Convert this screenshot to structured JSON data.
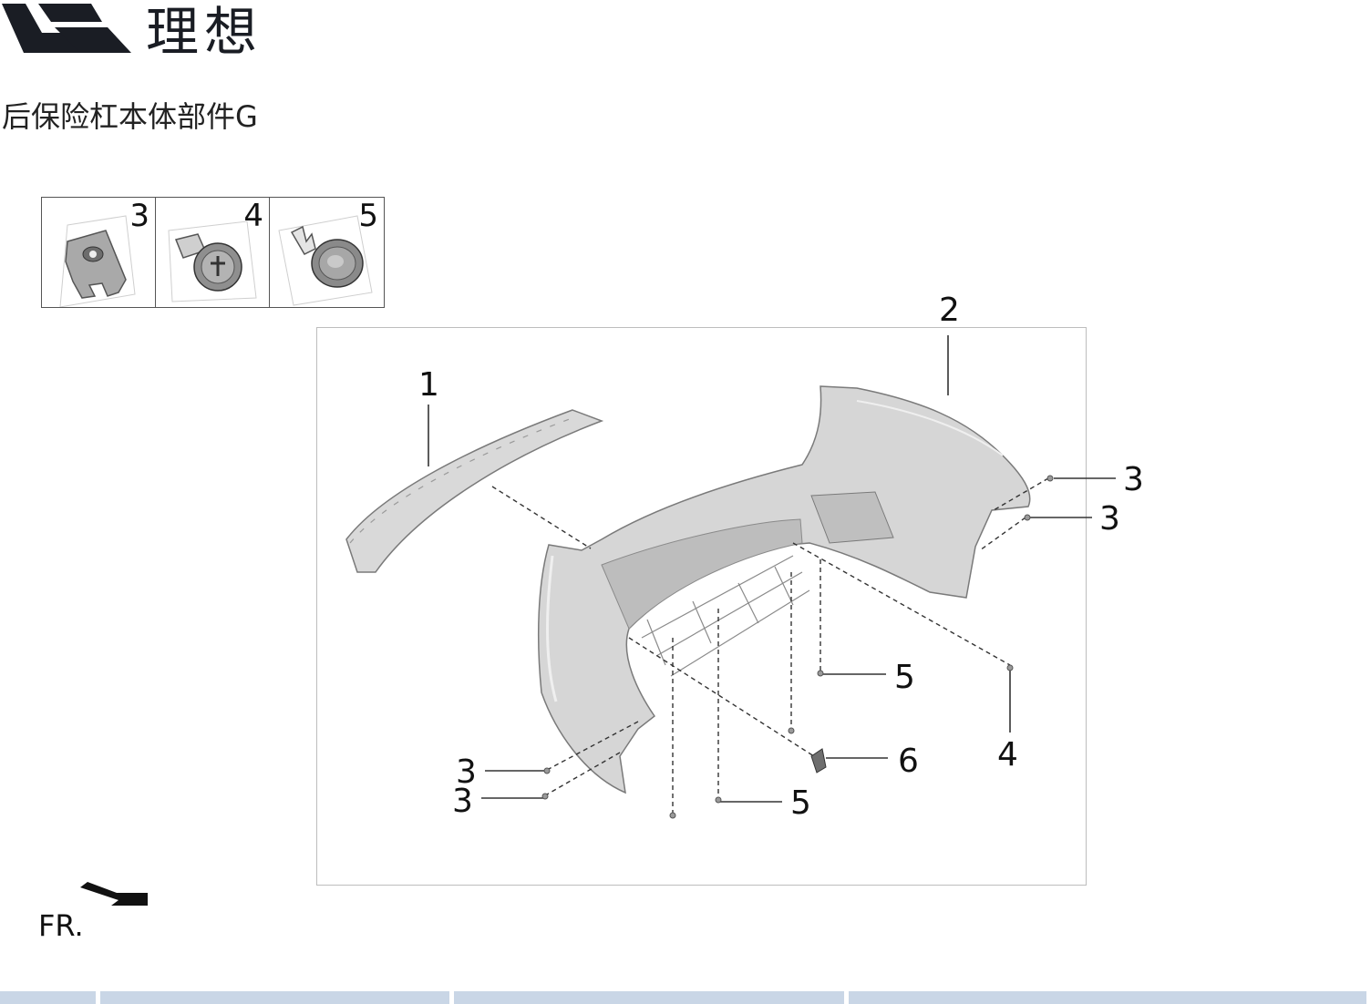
{
  "brand": {
    "name": "理想",
    "logo_icon": "li-auto-logo-icon"
  },
  "page": {
    "title": "后保险杠本体部件G"
  },
  "thumbnails": [
    {
      "number": "3",
      "icon": "clip-nut-icon"
    },
    {
      "number": "4",
      "icon": "screw-icon"
    },
    {
      "number": "5",
      "icon": "push-rivet-icon"
    }
  ],
  "diagram": {
    "callouts": {
      "c1": "1",
      "c2": "2",
      "c3a": "3",
      "c3b": "3",
      "c3c": "3",
      "c3d": "3",
      "c4": "4",
      "c5a": "5",
      "c5b": "5",
      "c6": "6"
    }
  },
  "orientation": {
    "label": "FR.",
    "icon": "front-direction-arrow-icon"
  },
  "colors": {
    "part_fill": "#d6d6d6",
    "part_stroke": "#7a7a7a",
    "bar": "#c9d6e6"
  }
}
